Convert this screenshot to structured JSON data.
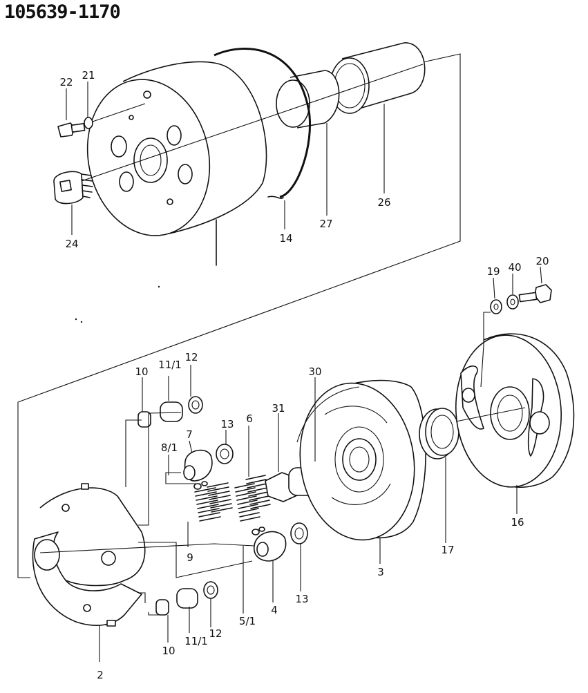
{
  "document": {
    "part_number": "105639-1170"
  },
  "callouts": [
    "22",
    "21",
    "24",
    "14",
    "27",
    "26",
    "19",
    "40",
    "20",
    "10",
    "11/1",
    "12",
    "30",
    "31",
    "6",
    "13",
    "7",
    "8/1",
    "9",
    "5/1",
    "4",
    "3",
    "17",
    "16",
    "2"
  ]
}
